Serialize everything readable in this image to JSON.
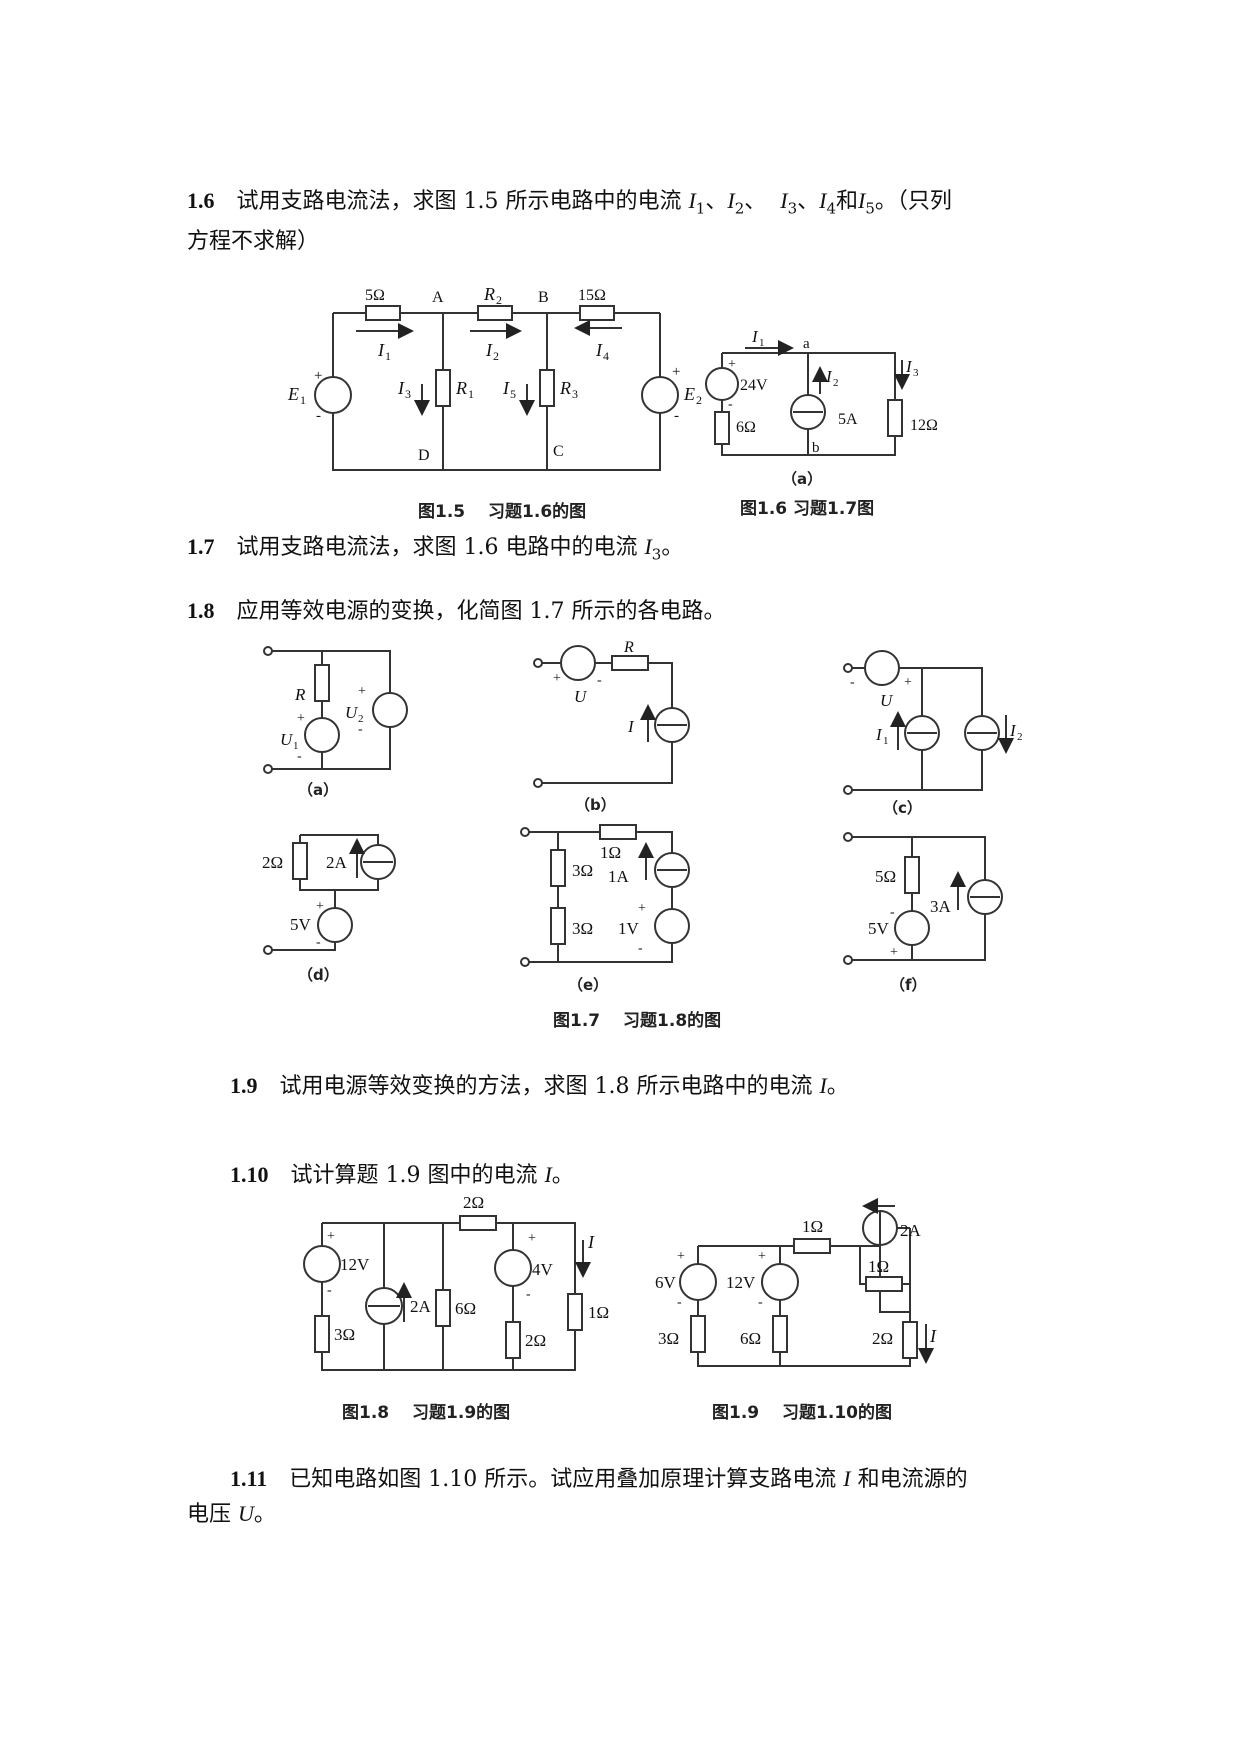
{
  "problems": {
    "p16": {
      "num": "1.6",
      "text_a": "试用支路电流法，求图 1.5 所示电路中的电流 ",
      "text_b": "。（只列",
      "text_c": "方程不求解）"
    },
    "p17": {
      "num": "1.7",
      "text_a": "试用支路电流法，求图 1.6 电路中的电流 ",
      "text_b": "。"
    },
    "p18": {
      "num": "1.8",
      "text": "应用等效电源的变换，化简图 1.7 所示的各电路。"
    },
    "p19": {
      "num": "1.9",
      "text_a": "试用电源等效变换的方法，求图 1.8 所示电路中的电流 ",
      "text_b": "。"
    },
    "p110": {
      "num": "1.10",
      "text_a": "试计算题 1.9 图中的电流 ",
      "text_b": "。"
    },
    "p111": {
      "num": "1.11",
      "text_a": "已知电路如图 1.10 所示。试应用叠加原理计算支路电流 ",
      "text_b": " 和电流源的",
      "text_c": "电压 ",
      "text_d": "。"
    }
  },
  "symbols": {
    "I": "I",
    "U": "U",
    "I1": "1",
    "I2": "2",
    "I3": "3",
    "I4": "4",
    "I5": "5",
    "sep": "、",
    "he": "和"
  },
  "figures": {
    "fig15": {
      "caption": "图1.5　 习题1.6的图",
      "labels": {
        "r5": "5Ω",
        "A": "A",
        "R2": "R",
        "R2s": "2",
        "B": "B",
        "r15": "15Ω",
        "I1": "I",
        "I1s": "1",
        "I2": "I",
        "I2s": "2",
        "I4": "I",
        "I4s": "4",
        "E1": "E",
        "E1s": "1",
        "I3": "I",
        "I3s": "3",
        "R1": "R",
        "R1s": "1",
        "I5": "I",
        "I5s": "5",
        "R3": "R",
        "R3s": "3",
        "E2": "E",
        "E2s": "2",
        "D": "D",
        "C": "C",
        "plus": "+",
        "minus": "-"
      }
    },
    "fig16": {
      "caption": "图1.6 习题1.7图",
      "sub": "（a）",
      "labels": {
        "I1": "I",
        "I1s": "1",
        "a": "a",
        "I2": "I",
        "I2s": "2",
        "I3": "I",
        "I3s": "3",
        "v24": "24V",
        "r6": "6Ω",
        "a5": "5A",
        "r12": "12Ω",
        "b": "b",
        "plus": "+",
        "minus": "-"
      }
    },
    "fig17": {
      "caption": "图1.7　 习题1.8的图",
      "subs": [
        "（a）",
        "（b）",
        "（c）",
        "（d）",
        "（e）",
        "（f）"
      ],
      "labels": {
        "R": "R",
        "U1": "U",
        "U1s": "1",
        "U2": "U",
        "U2s": "2",
        "U": "U",
        "I": "I",
        "I1": "I",
        "I1s": "1",
        "I2": "I",
        "I2s": "2",
        "r2": "2Ω",
        "a2": "2A",
        "v5": "5V",
        "r1": "1Ω",
        "a1": "1A",
        "r3a": "3Ω",
        "r3b": "3Ω",
        "v1": "1V",
        "r5": "5Ω",
        "a3": "3A",
        "v5f": "5V",
        "plus": "+",
        "minus": "-"
      }
    },
    "fig18": {
      "caption": "图1.8　 习题1.9的图",
      "labels": {
        "r2": "2Ω",
        "v12": "12V",
        "a2": "2A",
        "r6": "6Ω",
        "v4": "4V",
        "I": "I",
        "r1": "1Ω",
        "r3": "3Ω",
        "r2b": "2Ω",
        "plus": "+",
        "minus": "-"
      }
    },
    "fig19": {
      "caption": "图1.9　 习题1.10的图",
      "labels": {
        "r1": "1Ω",
        "a2": "2A",
        "r1b": "1Ω",
        "v6": "6V",
        "v12": "12V",
        "r3": "3Ω",
        "r6": "6Ω",
        "r2": "2Ω",
        "I": "I",
        "plus": "+",
        "minus": "-"
      }
    }
  }
}
